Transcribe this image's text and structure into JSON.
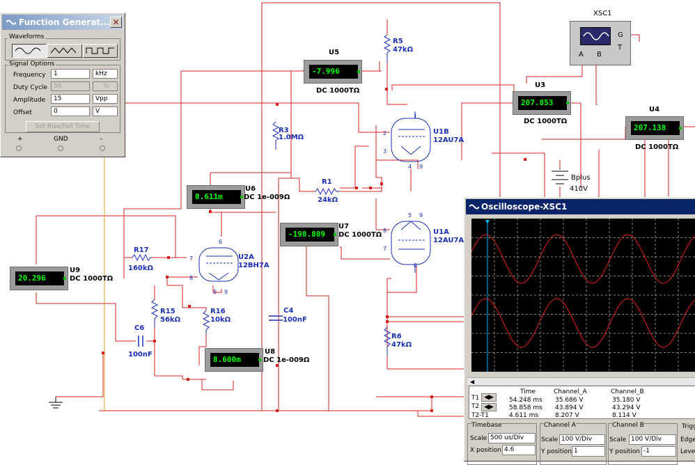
{
  "function_generator": {
    "title": "Function Generat...",
    "waveforms_label": "Waveforms",
    "signal_options_label": "Signal Options",
    "rows": [
      {
        "label": "Frequency",
        "value": "1",
        "unit": "kHz",
        "enabled": true
      },
      {
        "label": "Duty Cycle",
        "value": "50",
        "unit": "%",
        "enabled": false
      },
      {
        "label": "Amplitude",
        "value": "15",
        "unit": "Vpp",
        "enabled": true
      },
      {
        "label": "Offset",
        "value": "0",
        "unit": "V",
        "enabled": true
      }
    ],
    "set_rise_fall_label": "Set Rise/Fall Time",
    "terminals": {
      "plus": "+",
      "gnd": "GND",
      "minus": "–"
    }
  },
  "scope_component": {
    "ref": "XSC1",
    "ports": {
      "a": "A",
      "b": "B",
      "g": "G",
      "t": "T"
    }
  },
  "meters": {
    "u5": {
      "ref": "U5",
      "value": "-7.996",
      "mode": "DC  1000TΩ"
    },
    "u3": {
      "ref": "U3",
      "value": "207.853",
      "mode": "DC  1000TΩ"
    },
    "u4": {
      "ref": "U4",
      "value": "207.138",
      "mode": "DC  1000TΩ"
    },
    "u6": {
      "ref": "U6",
      "value": "8.611m",
      "mode": "DC  1e-009Ω"
    },
    "u7": {
      "ref": "U7",
      "value": "-198.809",
      "mode": "DC  1000TΩ"
    },
    "u9": {
      "ref": "U9",
      "value": "20.296",
      "mode": "DC  1000TΩ"
    },
    "u8": {
      "ref": "U8",
      "value": "8.600m",
      "mode": "DC  1e-009Ω"
    }
  },
  "components": {
    "r5": {
      "ref": "R5",
      "value": "47kΩ"
    },
    "r3": {
      "ref": "R3",
      "value": "1.0MΩ"
    },
    "r1": {
      "ref": "R1",
      "value": "24kΩ"
    },
    "r17": {
      "ref": "R17",
      "value": "160kΩ"
    },
    "r15": {
      "ref": "R15",
      "value": "56kΩ"
    },
    "r16": {
      "ref": "R16",
      "value": "10kΩ"
    },
    "r6": {
      "ref": "R6",
      "value": "47kΩ"
    },
    "c4": {
      "ref": "C4",
      "value": "100nF"
    },
    "c6": {
      "ref": "C6",
      "value": "100nF"
    },
    "u1b": {
      "ref": "U1B",
      "part": "12AU7A"
    },
    "u1a": {
      "ref": "U1A",
      "part": "12AU7A"
    },
    "u2a": {
      "ref": "U2A",
      "part": "12BH7A"
    },
    "bplus": {
      "ref": "Bplus",
      "value": "410V"
    },
    "pins": {
      "p1": "1",
      "p2": "2",
      "p3": "3",
      "p4": "4",
      "p5": "5",
      "p6": "6",
      "p7": "7",
      "p8": "8",
      "p9": "9"
    }
  },
  "oscilloscope": {
    "title": "Oscilloscope-XSC1",
    "table_headers": [
      "Time",
      "Channel_A",
      "Channel_B"
    ],
    "rows": [
      {
        "label": "T1",
        "time": "54.248 ms",
        "a": "35.686 V",
        "b": "35.180 V"
      },
      {
        "label": "T2",
        "time": "58.858 ms",
        "a": "43.894 V",
        "b": "43.294 V"
      },
      {
        "label": "T2-T1",
        "time": "4.611 ms",
        "a": "8.207 V",
        "b": "8.114 V"
      }
    ],
    "timebase": {
      "section": "Timebase",
      "scale_label": "Scale",
      "scale_value": "500 us/Div",
      "xpos_label": "X position",
      "xpos_value": "4.6"
    },
    "channel_a": {
      "section": "Channel A",
      "scale_label": "Scale",
      "scale_value": "100  V/Div",
      "ypos_label": "Y position",
      "ypos_value": "1"
    },
    "channel_b": {
      "section": "Channel B",
      "scale_label": "Scale",
      "scale_value": "100  V/Div",
      "ypos_label": "Y position",
      "ypos_value": "-1"
    },
    "trigger": {
      "section": "Trigg",
      "edge_label": "Edge",
      "level_label": "Leve"
    }
  },
  "colors": {
    "wire": "#d42020",
    "signal_wire": "#e8a020",
    "meter_bg": "#9c9c9c",
    "meter_text": "#00ff00",
    "component_blue": "#1a2fb5",
    "trace": "#e02020",
    "osc_titlebar": "#0a246a"
  }
}
